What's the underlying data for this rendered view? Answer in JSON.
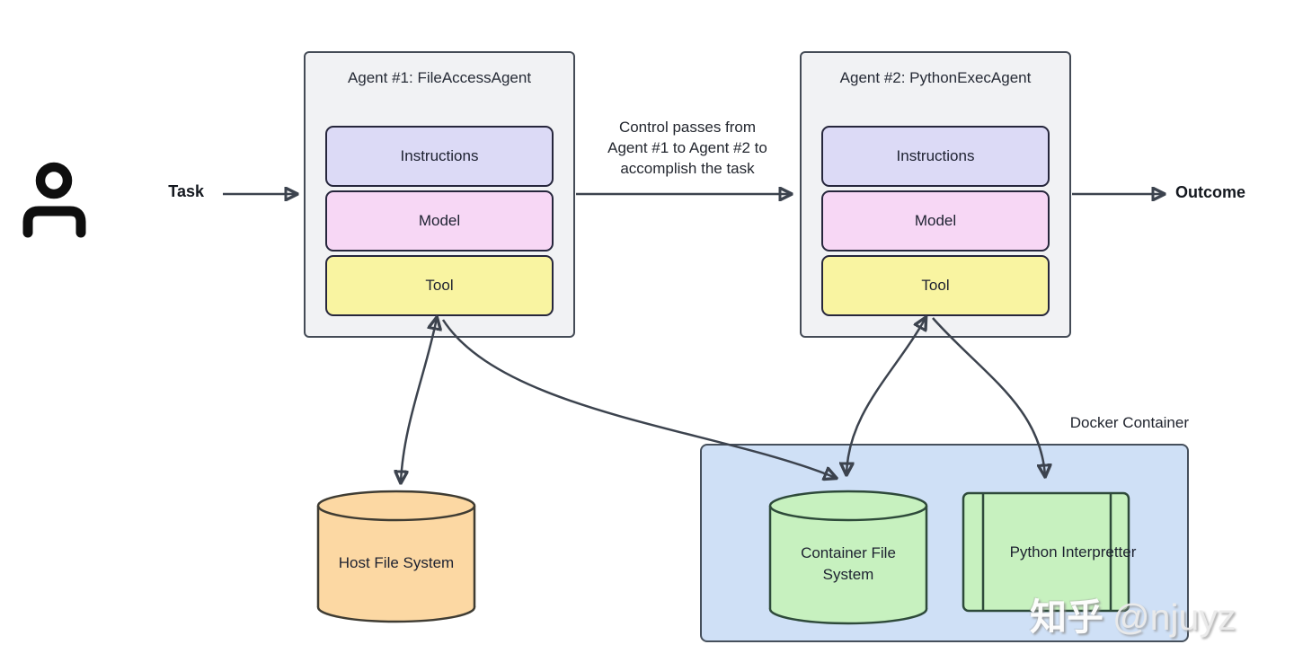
{
  "labels": {
    "task": "Task",
    "outcome": "Outcome",
    "control_note": "Control passes from Agent #1 to Agent #2 to accomplish the task",
    "docker": "Docker Container"
  },
  "agent1": {
    "title": "Agent #1: FileAccessAgent",
    "instructions": "Instructions",
    "model": "Model",
    "tool": "Tool"
  },
  "agent2": {
    "title": "Agent #2: PythonExecAgent",
    "instructions": "Instructions",
    "model": "Model",
    "tool": "Tool"
  },
  "resources": {
    "host_fs": "Host File System",
    "container_fs": "Container File System",
    "python_interpreter": "Python Interpretter"
  },
  "watermark": {
    "brand": "知乎",
    "handle": "@njuyz"
  },
  "icons": {
    "user": "user-icon"
  },
  "colors": {
    "agent_card_bg": "#f1f2f4",
    "agent_card_border": "#444b56",
    "instructions_fill": "#dcdaf6",
    "model_fill": "#f7d7f5",
    "tool_fill": "#f9f4a1",
    "host_cylinder_fill": "#fcd8a3",
    "docker_box_fill": "#cfe0f6",
    "container_green_fill": "#c7f1bf",
    "arrow": "#3c434e"
  }
}
